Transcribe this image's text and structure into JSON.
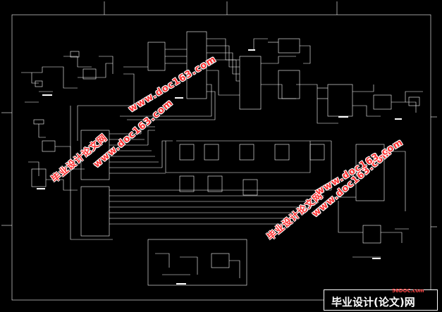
{
  "watermarks": {
    "site_cn": "毕业设计论文网",
    "site_url": "www.doc163.com"
  },
  "title_block": {
    "brand_text": "毕业设计(论文)网",
    "logo_text": "56DOC.com"
  },
  "colors": {
    "background": "#000000",
    "wires": "#ffffff",
    "watermark": "#ff3333"
  }
}
